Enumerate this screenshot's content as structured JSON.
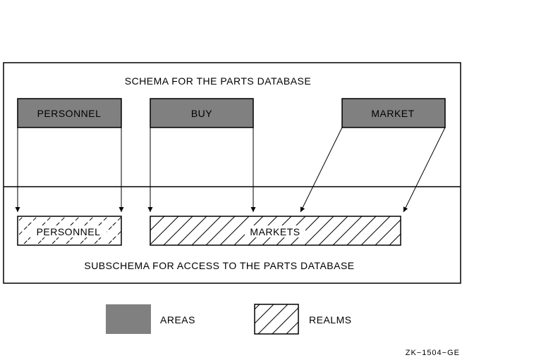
{
  "schema": {
    "title": "SCHEMA FOR THE PARTS DATABASE",
    "areas": [
      "PERSONNEL",
      "BUY",
      "MARKET"
    ]
  },
  "subschema": {
    "title": "SUBSCHEMA FOR ACCESS TO THE PARTS DATABASE",
    "realms": [
      "PERSONNEL",
      "MARKETS"
    ]
  },
  "legend": {
    "areas_label": "AREAS",
    "realms_label": "REALMS"
  },
  "figure_id": "ZK−1504−GE",
  "colors": {
    "area_fill": "#808080",
    "stroke": "#000000",
    "background": "#ffffff"
  }
}
